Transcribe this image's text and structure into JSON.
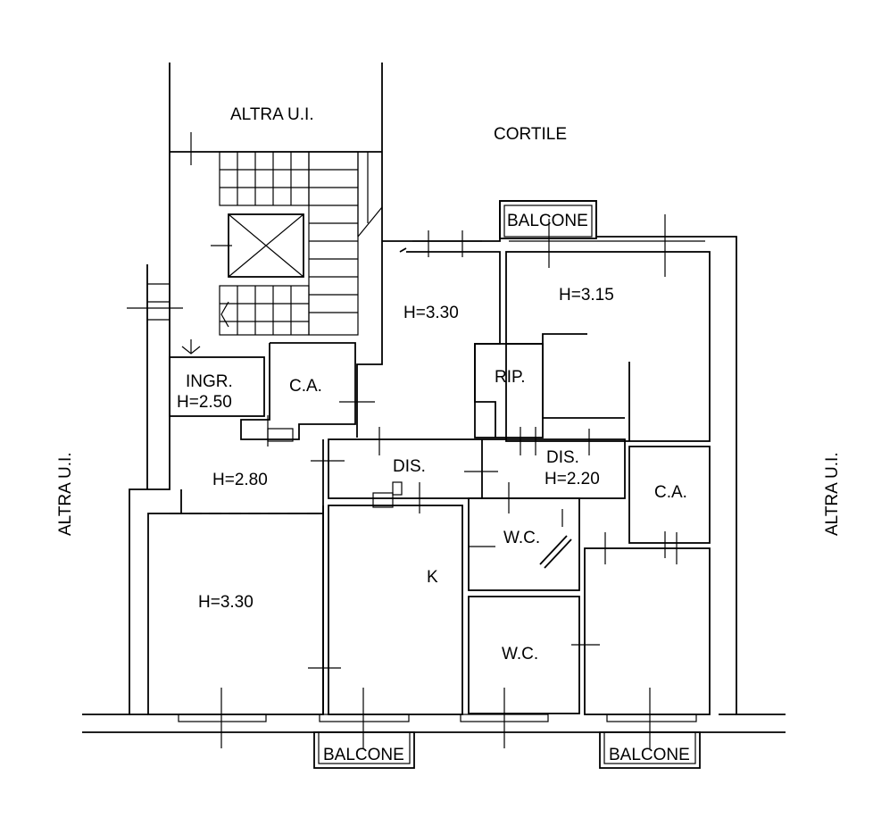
{
  "labels": {
    "top_unit": "ALTRA U.I.",
    "courtyard": "CORTILE",
    "balcony_top": "BALCONE",
    "left_unit": "ALTRA U.I.",
    "right_unit": "ALTRA U.I.",
    "hall_north": "H=3.30",
    "room_ne": "H=3.15",
    "entry_1": "INGR.",
    "entry_2": "H=2.50",
    "closet_1": "C.A.",
    "storage": "RIP.",
    "living": "H=2.80",
    "corridor_1": "DIS.",
    "corridor_2_1": "DIS.",
    "corridor_2_2": "H=2.20",
    "closet_2": "C.A.",
    "bath_1": "W.C.",
    "bath_2": "W.C.",
    "room_sw": "H=3.30",
    "kitchen": "K",
    "balcony_bottom_left": "BALCONE",
    "balcony_bottom_right": "BALCONE"
  }
}
